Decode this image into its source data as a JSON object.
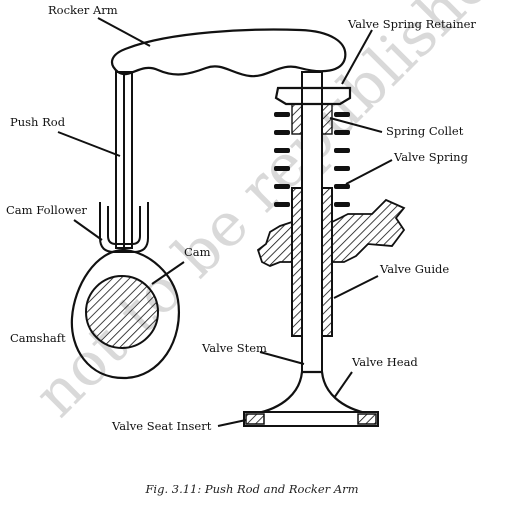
{
  "diagram": {
    "labels": {
      "rocker_arm": "Rocker Arm",
      "valve_spring_retainer": "Valve Spring Retainer",
      "push_rod": "Push Rod",
      "spring_collet": "Spring Collet",
      "valve_spring": "Valve Spring",
      "cam_follower": "Cam Follower",
      "cam": "Cam",
      "valve_guide": "Valve Guide",
      "camshaft": "Camshaft",
      "valve_stem": "Valve Stem",
      "valve_head": "Valve Head",
      "valve_seat_insert": "Valve Seat Insert"
    },
    "caption": "Fig. 3.11: Push Rod and Rocker Arm",
    "watermark": "not to be republished © NCERT"
  },
  "colors": {
    "ink": "#111111",
    "watermark": "#d9d9d9",
    "caption": "#222222"
  }
}
